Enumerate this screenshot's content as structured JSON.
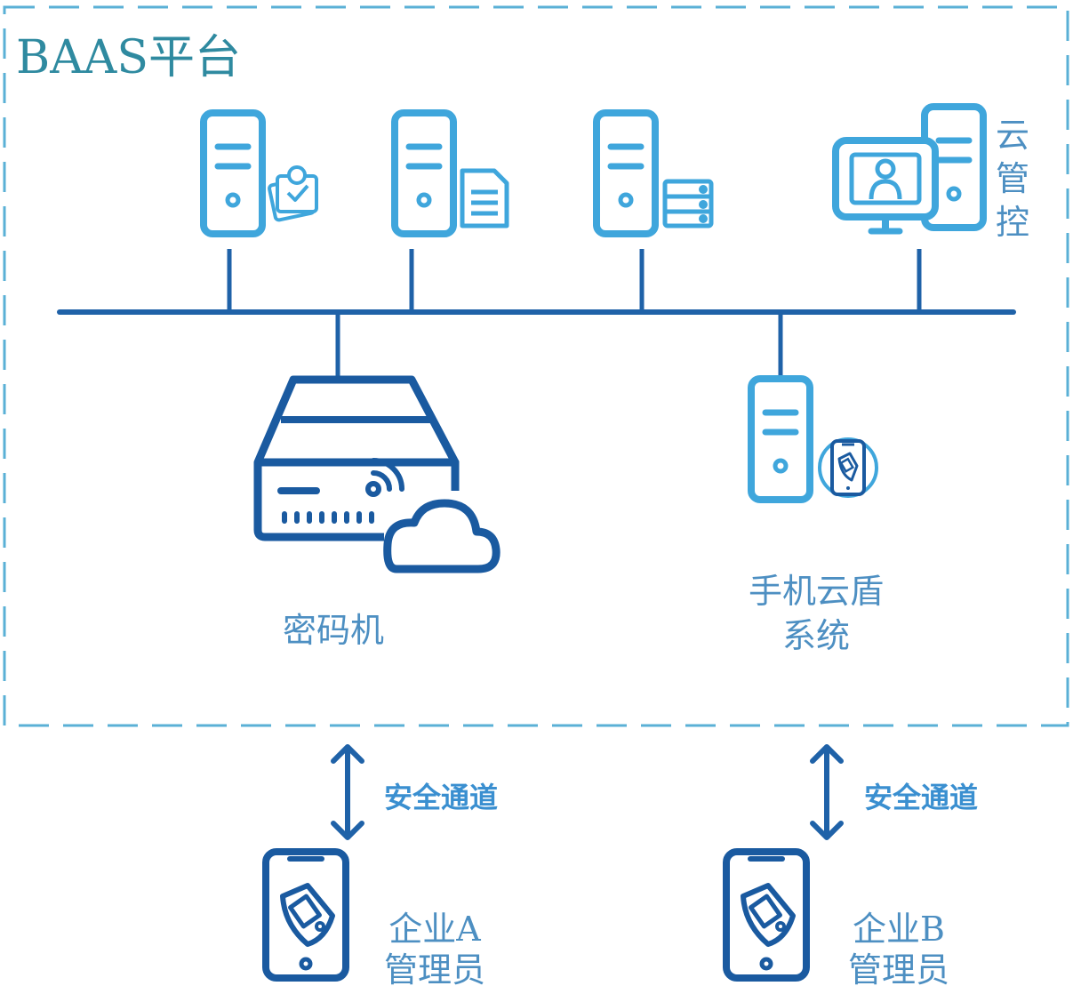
{
  "platform": {
    "title": "BAAS平台"
  },
  "cloud_control": {
    "label_chars": [
      "云",
      "管",
      "控"
    ]
  },
  "nodes": {
    "server1": {
      "icon": "certificate-icon"
    },
    "server2": {
      "icon": "document-icon"
    },
    "server3": {
      "icon": "database-icon"
    },
    "cloud_console": {
      "icon": "monitor-user-icon"
    },
    "crypto_machine": {
      "label": "密码机",
      "icon": "hsm-cloud-icon"
    },
    "mobile_shield": {
      "label_line1": "手机云盾",
      "label_line2": "系统",
      "icon": "phone-shield-icon"
    }
  },
  "channels": [
    {
      "label": "安全通道"
    },
    {
      "label": "安全通道"
    }
  ],
  "admins": [
    {
      "line1": "企业A",
      "line2": "管理员"
    },
    {
      "line1": "企业B",
      "line2": "管理员"
    }
  ],
  "colors": {
    "light_blue": "#3fa6dc",
    "dark_blue": "#1a5aa0",
    "bus_blue": "#1f62a8",
    "dashed_border": "#5ab0d6",
    "title_teal": "#2f8aa0",
    "label_blue": "#4d8fc2"
  }
}
